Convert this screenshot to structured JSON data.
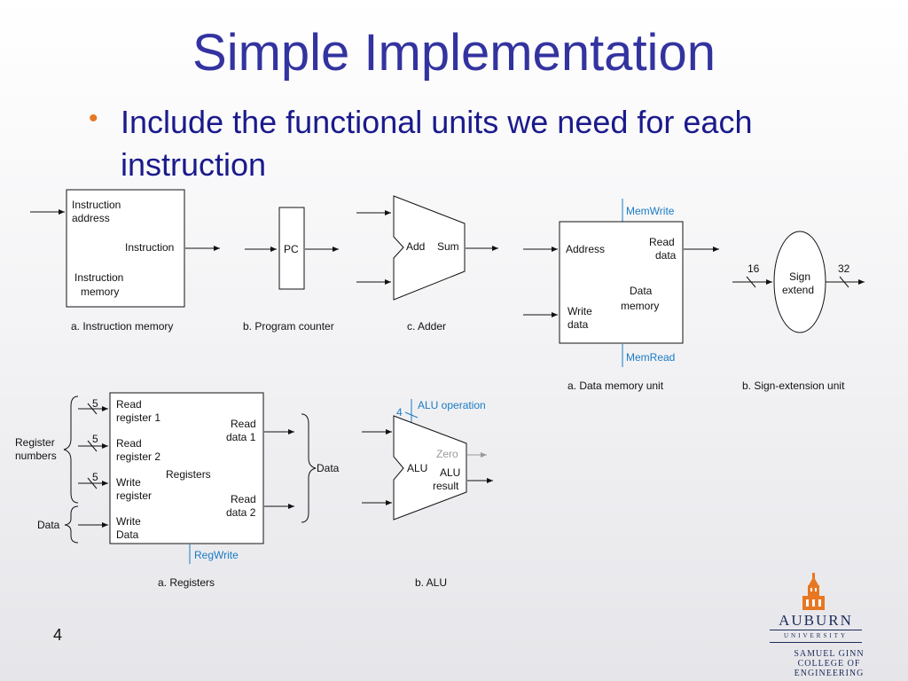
{
  "slide": {
    "title": "Simple Implementation",
    "bullet": "Include the functional units we need for each instruction",
    "page_number": "4"
  },
  "diagram": {
    "instruction_memory": {
      "input_label": "Instruction address",
      "input_label_line1": "Instruction",
      "input_label_line2": "address",
      "output_label": "Instruction",
      "name_line1": "Instruction",
      "name_line2": "memory",
      "caption": "a. Instruction memory"
    },
    "program_counter": {
      "label": "PC",
      "caption": "b. Program counter"
    },
    "adder": {
      "label_add": "Add",
      "label_sum": "Sum",
      "caption": "c. Adder"
    },
    "data_memory": {
      "control_write": "MemWrite",
      "control_read": "MemRead",
      "address": "Address",
      "read_line1": "Read",
      "read_line2": "data",
      "name_line1": "Data",
      "name_line2": "memory",
      "write_line1": "Write",
      "write_line2": "data",
      "caption": "a. Data memory unit"
    },
    "sign_extend": {
      "input_width": "16",
      "output_width": "32",
      "name_line1": "Sign",
      "name_line2": "extend",
      "caption": "b. Sign-extension unit"
    },
    "registers": {
      "group_register_numbers_line1": "Register",
      "group_register_numbers_line2": "numbers",
      "group_data": "Data",
      "width1": "5",
      "width2": "5",
      "width3": "5",
      "rr1_line1": "Read",
      "rr1_line2": "register 1",
      "rr2_line1": "Read",
      "rr2_line2": "register 2",
      "wr_line1": "Write",
      "wr_line2": "register",
      "wd_line1": "Write",
      "wd_line2": "Data",
      "name": "Registers",
      "rd1_line1": "Read",
      "rd1_line2": "data 1",
      "rd2_line1": "Read",
      "rd2_line2": "data 2",
      "output_group": "Data",
      "control": "RegWrite",
      "caption": "a. Registers"
    },
    "alu": {
      "control": "ALU operation",
      "control_width": "4",
      "zero": "Zero",
      "name": "ALU",
      "result_line1": "ALU",
      "result_line2": "result",
      "caption": "b. ALU"
    }
  },
  "logo": {
    "university": "AUBURN",
    "subtitle": "UNIVERSITY",
    "college_line1": "SAMUEL GINN",
    "college_line2": "COLLEGE OF ENGINEERING",
    "icon": "tower-icon",
    "accent_color": "#e87722",
    "navy_color": "#1b2a5a"
  },
  "colors": {
    "title": "#3333a0",
    "bullet_text": "#1a1a8c",
    "bullet_dot": "#e87722",
    "control_signal": "#1a7bc4"
  }
}
